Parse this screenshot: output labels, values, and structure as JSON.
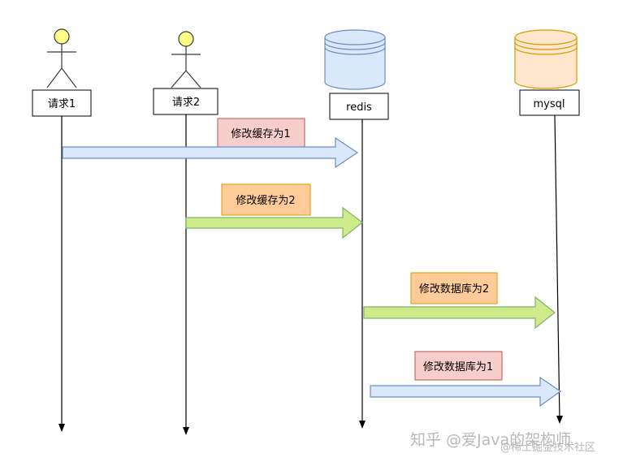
{
  "actors": {
    "req1": {
      "label": "请求1"
    },
    "req2": {
      "label": "请求2"
    },
    "redis": {
      "label": "redis"
    },
    "mysql": {
      "label": "mysql"
    }
  },
  "messages": [
    {
      "label": "修改缓存为1"
    },
    {
      "label": "修改缓存为2"
    },
    {
      "label": "修改数据库为2"
    },
    {
      "label": "修改数据库为1"
    }
  ],
  "watermark": {
    "line1": "知乎 @爱Java的架构师",
    "line2": "@稀土掘金技术社区"
  },
  "colors": {
    "actor_head": "#ffff88",
    "redis_fill": "#dae8fc",
    "redis_stroke": "#6c8ebf",
    "mysql_fill": "#ffe6cc",
    "mysql_stroke": "#d79b00",
    "arrow_blue_fill": "#dae8fc",
    "arrow_blue_stroke": "#6c8ebf",
    "arrow_green_fill": "#cdeb8b",
    "arrow_green_stroke": "#82b366",
    "label_pink_fill": "#f8cecc",
    "label_pink_stroke": "#b85450",
    "label_orange_fill": "#ffcc99",
    "label_orange_stroke": "#d79b00"
  }
}
